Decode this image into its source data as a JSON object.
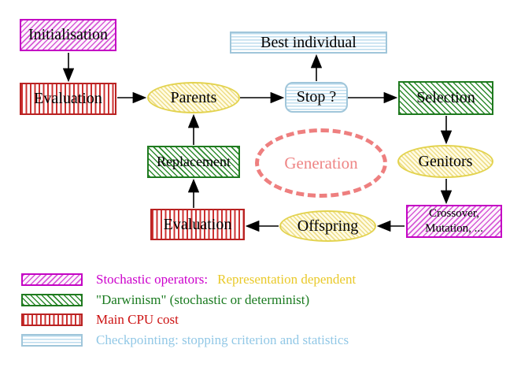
{
  "diagram": {
    "nodes": {
      "initialisation": {
        "label": "Initialisation",
        "style": "magenta-hatch"
      },
      "evaluation_top": {
        "label": "Evaluation",
        "style": "red-stripes"
      },
      "parents": {
        "label": "Parents",
        "style": "yellow-hatch-ellipse"
      },
      "best_individual": {
        "label": "Best individual",
        "style": "cyan-stripes"
      },
      "stop": {
        "label": "Stop ?",
        "style": "cyan-stripes-rounded"
      },
      "selection": {
        "label": "Selection",
        "style": "green-hatch"
      },
      "replacement": {
        "label": "Replacement",
        "style": "green-hatch"
      },
      "generation": {
        "label": "Generation",
        "style": "salmon-dashed-ellipse"
      },
      "genitors": {
        "label": "Genitors",
        "style": "yellow-hatch-ellipse"
      },
      "crossover_mutation": {
        "line1": "Crossover,",
        "line2": "Mutation, ...",
        "style": "magenta-hatch"
      },
      "evaluation_bottom": {
        "label": "Evaluation",
        "style": "red-stripes"
      },
      "offspring": {
        "label": "Offspring",
        "style": "yellow-hatch-ellipse"
      }
    },
    "edges": [
      {
        "from": "initialisation",
        "to": "evaluation_top"
      },
      {
        "from": "evaluation_top",
        "to": "parents"
      },
      {
        "from": "parents",
        "to": "stop"
      },
      {
        "from": "stop",
        "to": "best_individual"
      },
      {
        "from": "stop",
        "to": "selection"
      },
      {
        "from": "selection",
        "to": "genitors"
      },
      {
        "from": "genitors",
        "to": "crossover_mutation"
      },
      {
        "from": "crossover_mutation",
        "to": "offspring"
      },
      {
        "from": "offspring",
        "to": "evaluation_bottom"
      },
      {
        "from": "evaluation_bottom",
        "to": "replacement"
      },
      {
        "from": "replacement",
        "to": "parents"
      }
    ]
  },
  "legend": {
    "rows": [
      {
        "swatch": "magenta-hatch",
        "text1": "Stochastic operators:",
        "text2": "Representation dependent"
      },
      {
        "swatch": "green-hatch",
        "text1": "\"Darwinism\" (stochastic or determinist)"
      },
      {
        "swatch": "red-stripes",
        "text1": "Main CPU cost"
      },
      {
        "swatch": "cyan-stripes",
        "text1": "Checkpointing: stopping criterion and statistics"
      }
    ]
  },
  "colors": {
    "magenta": "#cc00cc",
    "gold": "#e9c929",
    "green": "#1a7a1f",
    "red": "#cc1111",
    "light_blue": "#92c8e6",
    "salmon": "#ee7f7f",
    "yellow_fill": "#eedd88",
    "arrow": "#000000"
  }
}
